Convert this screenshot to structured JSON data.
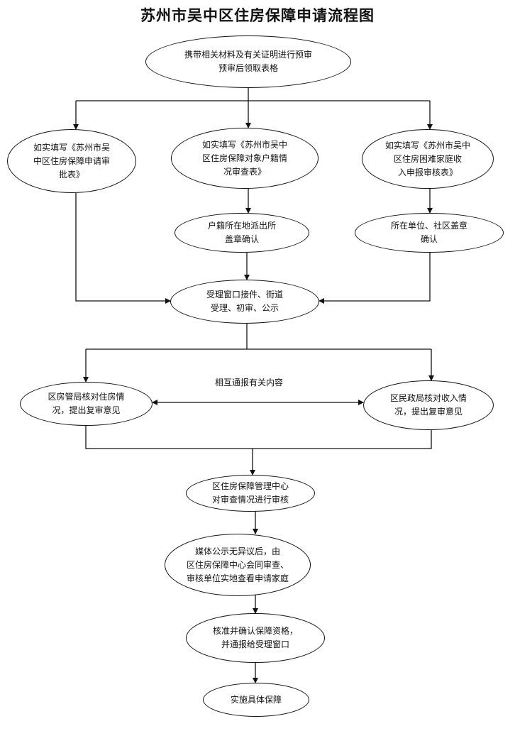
{
  "title": "苏州市吴中区住房保障申请流程图",
  "nodes": {
    "start": "携带相关材料及有关证明进行预审\n预审后领取表格",
    "left_form": "如实填写《苏州市吴\n中区住房保障申请审\n批表》",
    "mid_form": "如实填写《苏州市吴中\n区住房保障对象户籍情\n况审查表》",
    "right_form": "如实填写《苏州市吴中\n区住房困难家庭收\n入申报审核表》",
    "police": "户籍所在地派出所\n盖章确认",
    "unit": "所在单位、社区盖章\n确认",
    "accept": "受理窗口接件、街道\n受理、初审、公示",
    "housing_bureau": "区房管局核对住房情\n况，提出复审意见",
    "civil_bureau": "区民政局核对收入情\n况，提出复审意见",
    "center_review": "区住房保障管理中心\n对审查情况进行审核",
    "media": "媒体公示无异议后，由\n区住房保障中心会同审查、\n审核单位实地查看申请家庭",
    "approve": "核准并确认保障资格，\n并通报给受理窗口",
    "implement": "实施具体保障"
  },
  "edge_labels": {
    "mutual": "相互通报有关内容"
  }
}
